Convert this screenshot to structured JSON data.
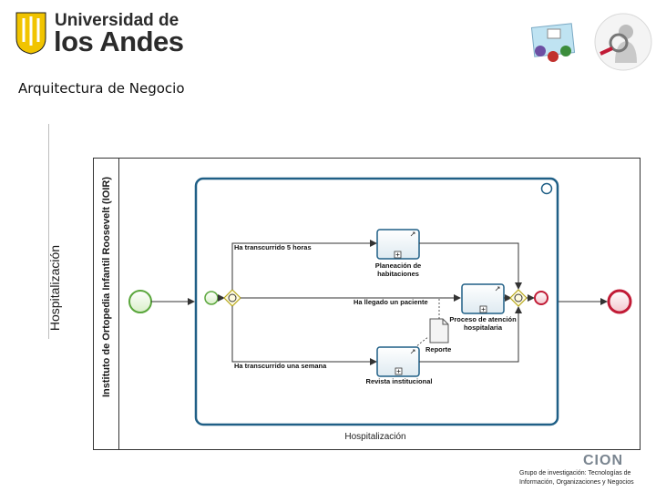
{
  "header": {
    "logo_line1": "Universidad de",
    "logo_line2": "los Andes",
    "title": "Arquitectura de Negocio"
  },
  "diagram": {
    "pool_label": "Hospitalización",
    "lane_label": "Instituto de Ortopedia Infantil Roosevelt (IOIR)",
    "subprocess_label": "Hospitalización",
    "conditions": {
      "hours": "Ha transcurrido 5 horas",
      "patient": "Ha llegado un paciente",
      "week": "Ha transcurrido una semana"
    },
    "tasks": {
      "planning_line1": "Planeación de",
      "planning_line2": "habitaciones",
      "care_line1": "Proceso de atención",
      "care_line2": "hospitalaria",
      "review": "Revista institucional"
    },
    "data_object": "Reporte"
  },
  "footer": {
    "line1": "Grupo de investigación: Tecnologías de",
    "line2": "Información, Organizaciones y Negocios",
    "logo_text": "CION"
  },
  "colors": {
    "accent_yellow": "#f1c400",
    "subprocess_border": "#1f5f86",
    "task_border": "#1f5f86",
    "start_event": "#5aa63c",
    "end_event": "#c11b36",
    "gateway": "#d7c62a"
  }
}
